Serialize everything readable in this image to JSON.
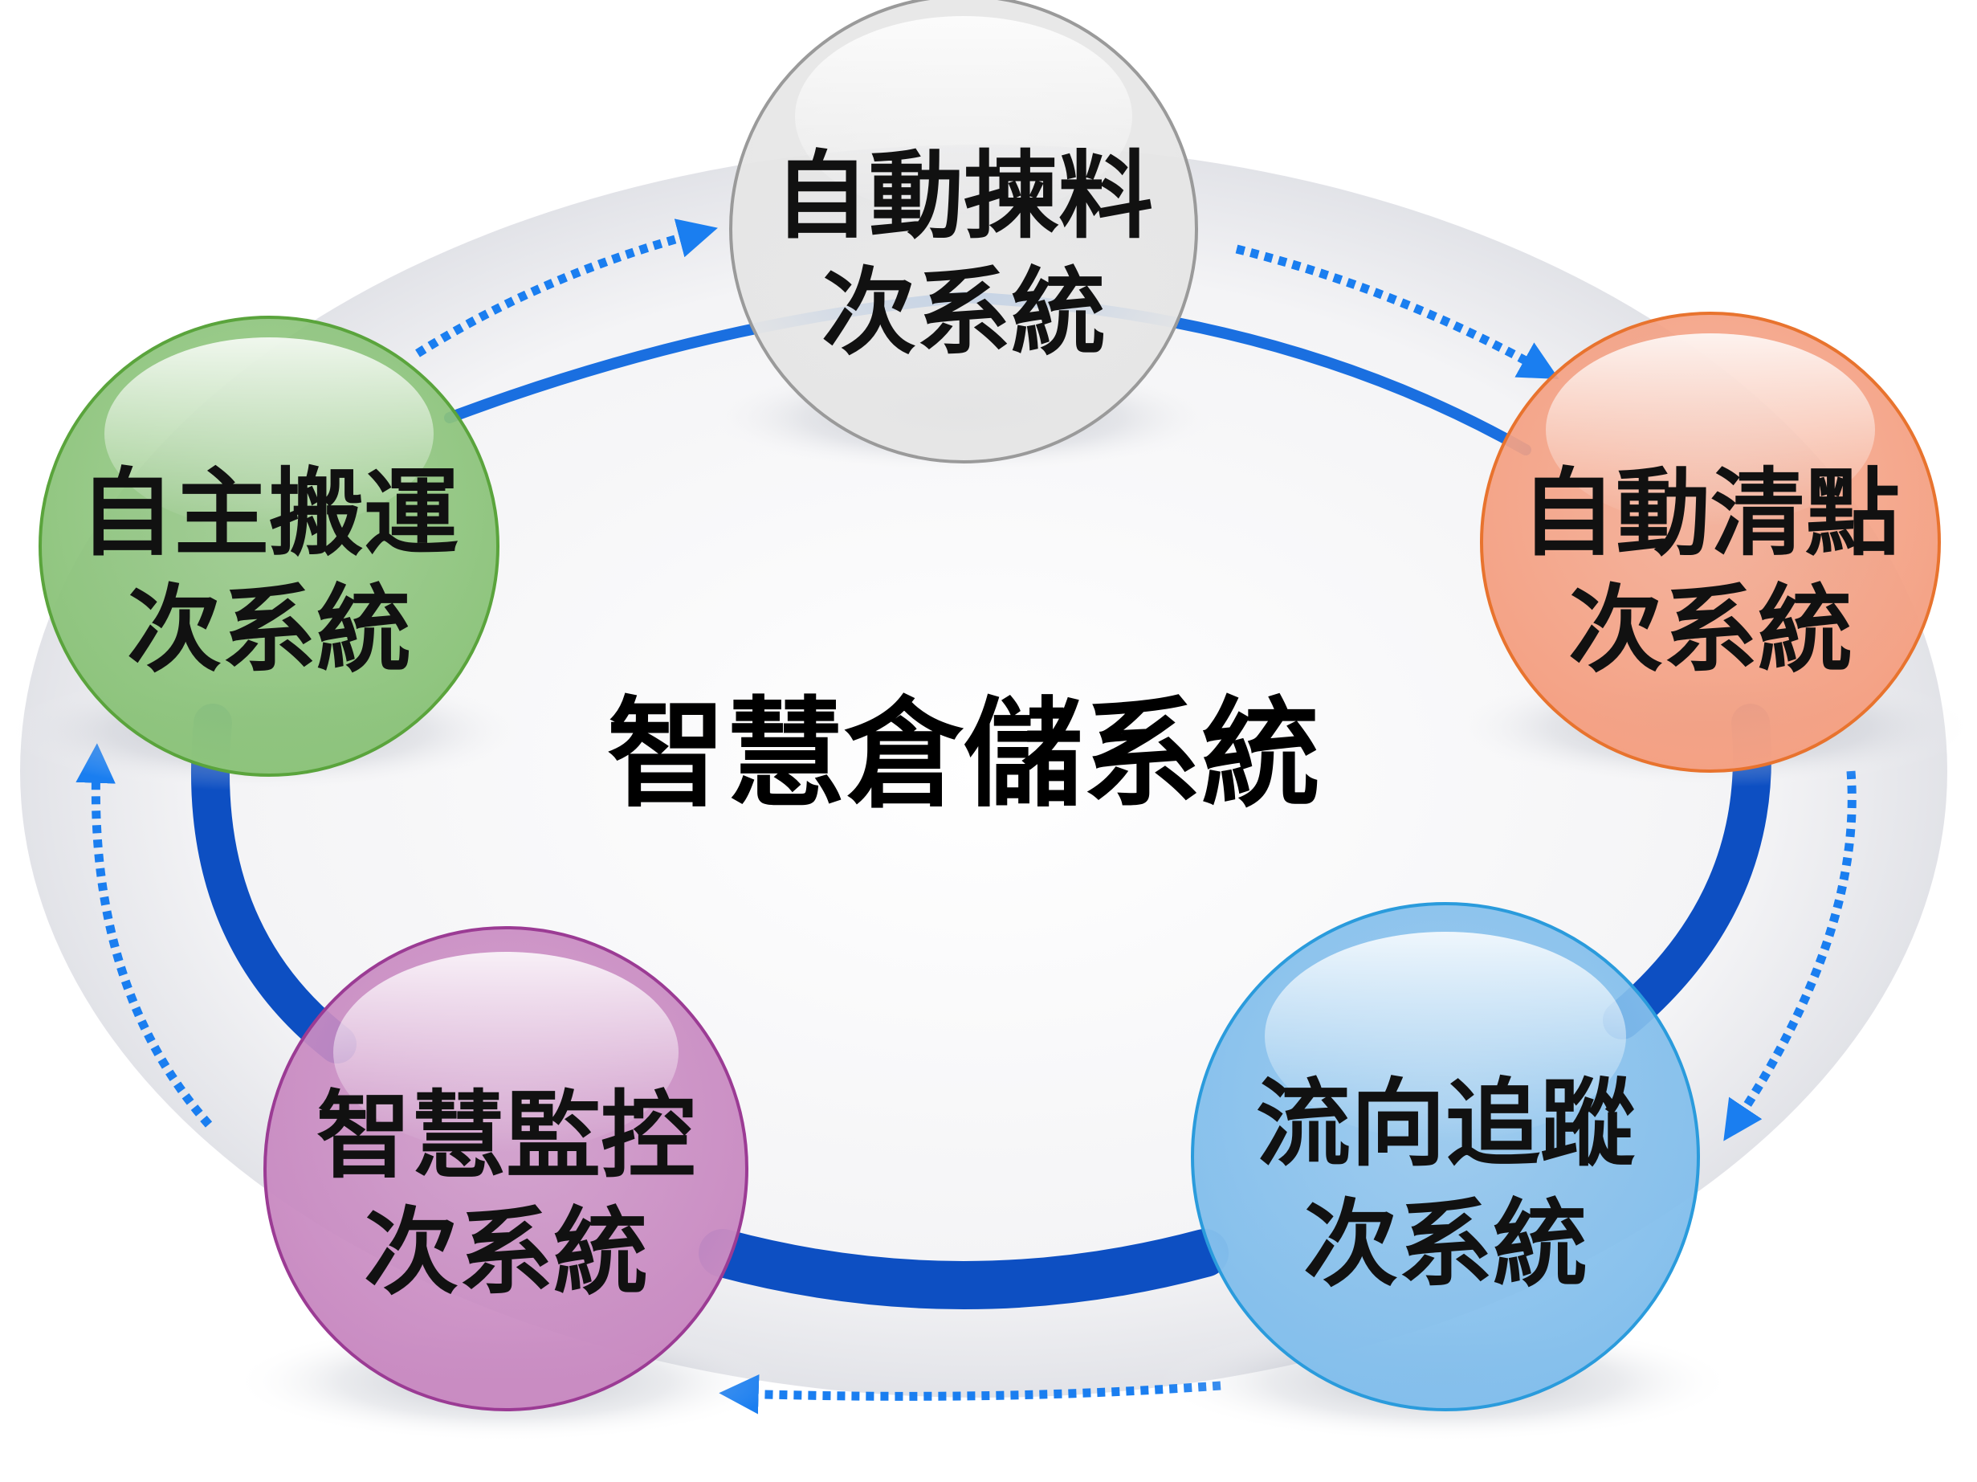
{
  "center": {
    "title": "智慧倉儲系統"
  },
  "nodes": [
    {
      "line1": "自動揀料",
      "line2": "次系統",
      "color": "#e6e6e6",
      "border": "#9a9a9a"
    },
    {
      "line1": "自動清點",
      "line2": "次系統",
      "color": "#f4a184",
      "border": "#e8732e"
    },
    {
      "line1": "流向追蹤",
      "line2": "次系統",
      "color": "#84bfec",
      "border": "#2a9bdc"
    },
    {
      "line1": "智慧監控",
      "line2": "次系統",
      "color": "#c98bc2",
      "border": "#9b3b94"
    },
    {
      "line1": "自主搬運",
      "line2": "次系統",
      "color": "#8dc47c",
      "border": "#5aa43c"
    }
  ],
  "colors": {
    "ring": "#1a6fe0",
    "ring_dark": "#0d4fc2",
    "dotted_arrow": "#1a7ef0"
  }
}
